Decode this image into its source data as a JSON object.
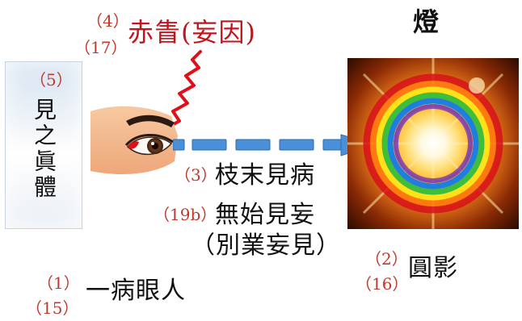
{
  "title": {
    "num_top": "（4）",
    "num_bottom": "（17）",
    "text": "赤眚(妄因)"
  },
  "lamp_label": "燈",
  "panel": {
    "num": "（5）",
    "text": "見之眞體"
  },
  "eye_label_1": {
    "num": "（3）",
    "text": "枝末見病"
  },
  "eye_label_2": {
    "num": "（19b）",
    "text": "無始見妄"
  },
  "eye_label_3": {
    "text": "（別業妄見）"
  },
  "circle_label": {
    "num_top": "（2）",
    "num_bottom": "（16）",
    "text": "圓影"
  },
  "person_label": {
    "num_top": "（1）",
    "num_bottom": "（15）",
    "text": "一病眼人"
  },
  "colors": {
    "title_red": "#c0151d",
    "number_red": "#c0392b",
    "arrow_blue": "#4a90d9",
    "zigzag_red": "#e0101a"
  },
  "icons": [
    "eye-icon",
    "lamp-glow-icon",
    "zigzag-ray-icon",
    "dashed-arrow-icon"
  ]
}
